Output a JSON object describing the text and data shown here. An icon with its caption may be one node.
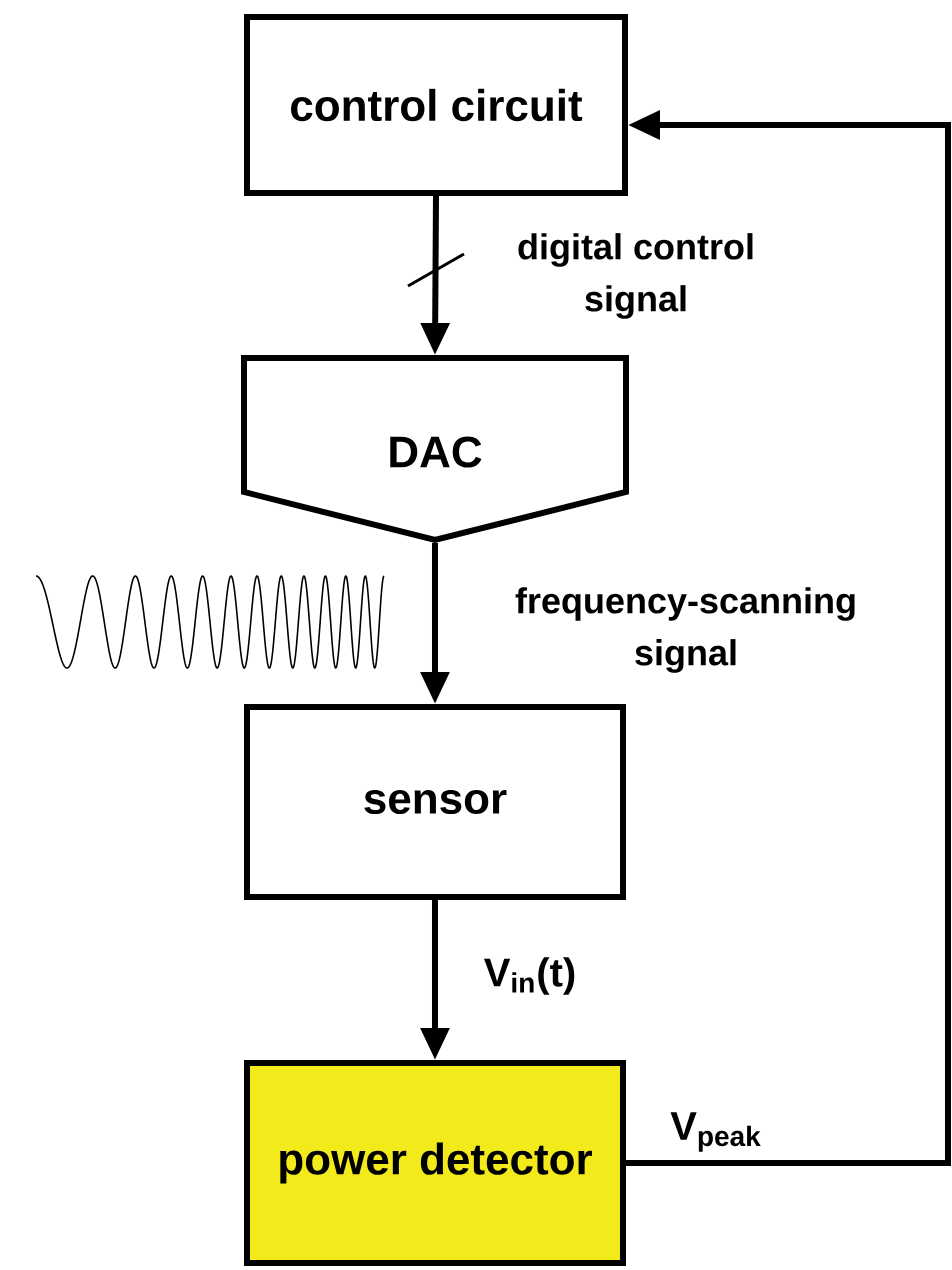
{
  "diagram": {
    "nodes": [
      {
        "text": [
          "control circuit"
        ]
      },
      {
        "text": [
          "DAC"
        ]
      },
      {
        "text": [
          "sensor"
        ]
      },
      {
        "text": [
          "power detector"
        ]
      }
    ],
    "edges": [
      {
        "from": 0,
        "to": 1,
        "arrow": "to",
        "label": "digital control signal"
      },
      {
        "from": 1,
        "to": 2,
        "arrow": "to",
        "label": "frequency-scanning signal"
      },
      {
        "from": 2,
        "to": 3,
        "arrow": "to",
        "label": "V$_{in}$(t)"
      },
      {
        "from": 3,
        "to": 0,
        "arrow": "to",
        "label": "V$_{peak}$"
      }
    ]
  }
}
